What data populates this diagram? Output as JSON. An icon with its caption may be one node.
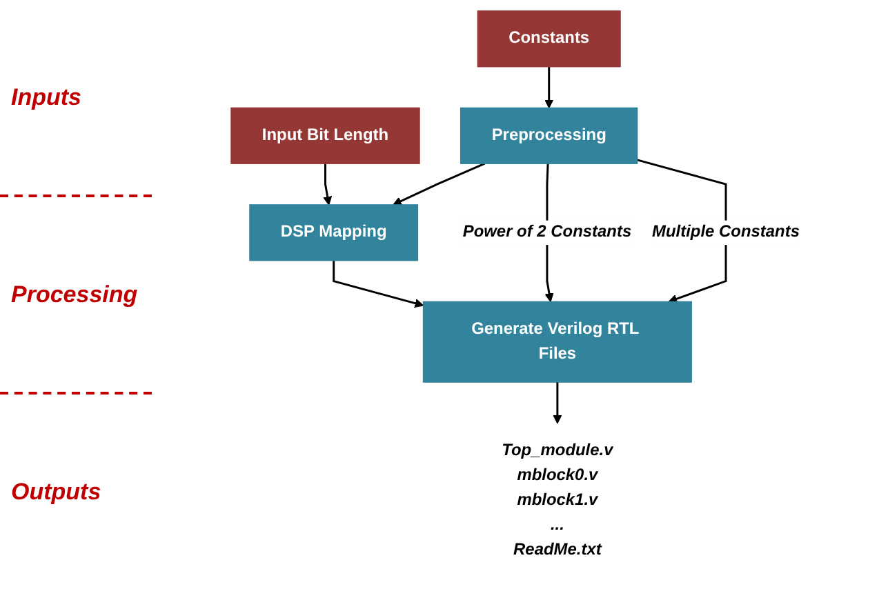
{
  "diagram": {
    "nodes": [
      {
        "text": [
          "Input Bit Length"
        ]
      },
      {
        "text": [
          "Constants"
        ]
      },
      {
        "text": [
          "Preprocessing"
        ]
      },
      {
        "text": [
          "DSP Mapping"
        ]
      },
      {
        "text": [
          "Generate Verilog RTL Files"
        ]
      },
      {
        "text": [
          "Top_module.v",
          "mblock0.v",
          "mblock1.v",
          "...",
          "ReadMe.txt"
        ]
      }
    ],
    "edges": [
      {
        "from": 0,
        "to": 3,
        "arrow": "to"
      },
      {
        "from": 1,
        "to": 2,
        "arrow": "to"
      },
      {
        "from": 2,
        "to": 3,
        "arrow": "to"
      },
      {
        "from": 2,
        "to": 4,
        "arrow": "to",
        "label": "Power of 2 Constants"
      },
      {
        "from": 2,
        "to": 4,
        "arrow": "to",
        "label": "Multiple Constants"
      },
      {
        "from": 3,
        "to": 4,
        "arrow": "to"
      },
      {
        "from": 4,
        "to": 5,
        "arrow": "to"
      }
    ],
    "labels": [
      "Inputs",
      "Processing",
      "Outputs"
    ]
  }
}
